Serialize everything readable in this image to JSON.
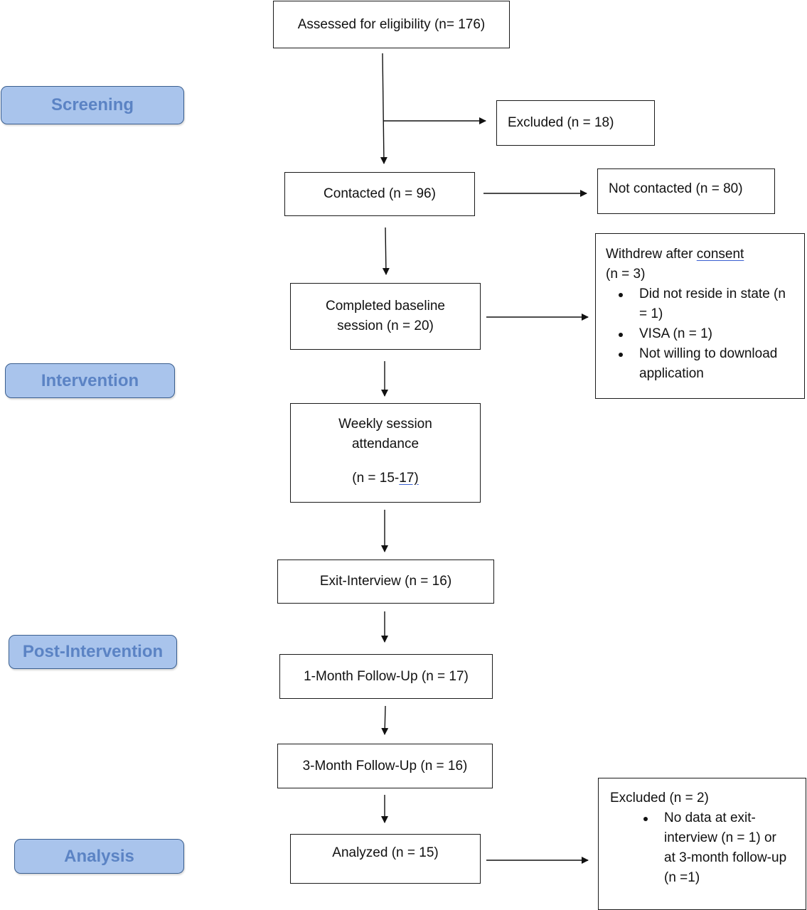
{
  "stages": {
    "screening": "Screening",
    "intervention": "Intervention",
    "post_intervention": "Post-Intervention",
    "analysis": "Analysis"
  },
  "boxes": {
    "assessed": "Assessed for eligibility (n= 176)",
    "excluded_screen": "Excluded (n = 18)",
    "contacted": "Contacted (n = 96)",
    "not_contacted": "Not contacted (n = 80)",
    "baseline_line1": "Completed baseline",
    "baseline_line2": "session (n = 20)",
    "weekly_line1": "Weekly session",
    "weekly_line2": "attendance",
    "weekly_n_prefix": "(n = 15-",
    "weekly_n_underlined": "17)",
    "exit_interview": "Exit-Interview (n = 16)",
    "followup_1m": "1-Month Follow-Up (n = 17)",
    "followup_3m": "3-Month Follow-Up (n = 16)",
    "analyzed": "Analyzed (n = 15)"
  },
  "withdrew": {
    "title_prefix": "Withdrew after ",
    "title_underlined": "consent",
    "count": "(n = 3)",
    "reasons": [
      "Did not reside in state (n = 1)",
      "VISA (n = 1)",
      "Not willing to download application"
    ]
  },
  "excluded_analysis": {
    "title": "Excluded (n = 2)",
    "reasons": [
      "No data at exit-interview (n = 1) or at 3-month follow-up (n =1)"
    ]
  }
}
